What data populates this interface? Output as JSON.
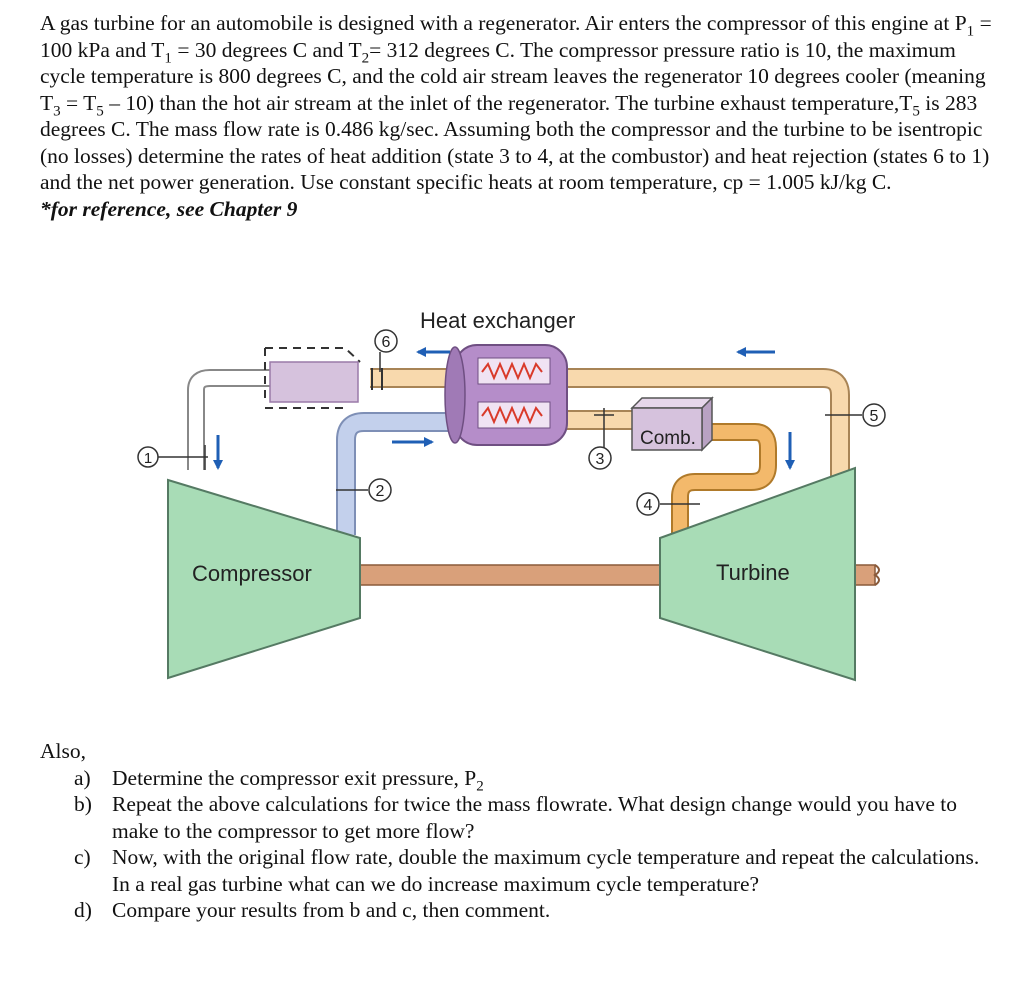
{
  "problem": {
    "text_part1": "A gas turbine for an automobile is designed with a regenerator.  Air enters the compressor of this engine at P",
    "p1_sub": "1",
    "text_part2": " = 100 kPa and T",
    "t1_sub": "1",
    "text_part3": " = 30 degrees C and T",
    "t2_sub": "2",
    "text_part4": "= 312 degrees C. The compressor pressure ratio is 10, the maximum cycle temperature is 800 degrees C, and the cold air stream leaves the regenerator 10 degrees cooler (meaning T",
    "t3_sub": "3",
    "text_part5": " = T",
    "t5_sub": "5",
    "text_part6": " – 10) than the hot air stream at the inlet of the regenerator. The turbine exhaust temperature,T",
    "t5b_sub": "5",
    "text_part7": " is 283 degrees C.  The mass flow rate is 0.486 kg/sec.  Assuming both the compressor and the turbine to be isentropic (no losses) determine the rates of heat addition (state 3 to 4, at the combustor) and heat rejection (states 6 to 1) and the net power generation. Use constant specific heats at room temperature, cp = 1.005 kJ/kg C.",
    "reference": "*for reference, see Chapter 9"
  },
  "diagram": {
    "heat_exchanger": "Heat exchanger",
    "compressor": "Compressor",
    "turbine": "Turbine",
    "combustor": "Comb.",
    "states": [
      "1",
      "2",
      "3",
      "4",
      "5",
      "6"
    ],
    "colors": {
      "machine": "#a8dcb6",
      "hot_pipe": "#f8d9ad",
      "cold_pipe": "#c3d0ec",
      "comb_pipe": "#f3b96b",
      "shaft": "#d9a07a",
      "regenerator": "#b58dc9",
      "combustor": "#d6c2dd",
      "arrow": "#1f5fb5"
    }
  },
  "also": {
    "heading": "Also,",
    "items": [
      {
        "marker": "a)",
        "text": "Determine the compressor exit pressure, P",
        "sub": "2"
      },
      {
        "marker": "b)",
        "text": "Repeat the above calculations for twice the mass flowrate.  What design change would you have to make to the compressor to get more flow?"
      },
      {
        "marker": "c)",
        "text": "Now, with the original flow rate, double the maximum cycle temperature and repeat the calculations. In a real gas turbine what can we do increase maximum cycle temperature?"
      },
      {
        "marker": "d)",
        "text": "Compare your results from b and c, then comment."
      }
    ]
  }
}
